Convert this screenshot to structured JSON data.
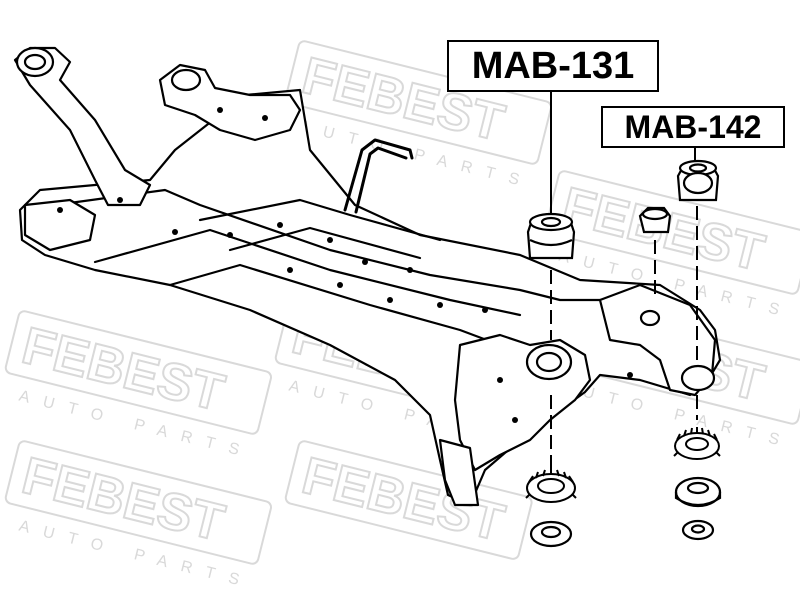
{
  "watermark": {
    "brand": "FEBEST",
    "tagline": "AUTO PARTS"
  },
  "labels": {
    "primary_part": "MAB-131",
    "secondary_part": "MAB-142"
  },
  "colors": {
    "line": "#000000",
    "background": "#ffffff",
    "watermark": "#d9d9d9"
  }
}
